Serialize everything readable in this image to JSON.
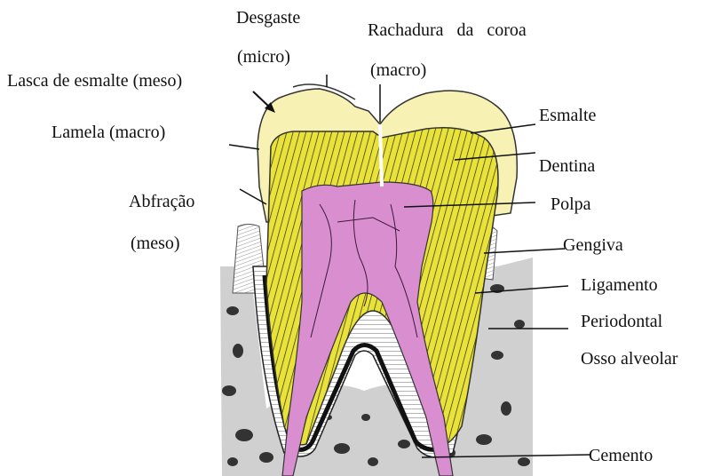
{
  "labels": {
    "desgaste": "Desgaste",
    "desgaste_micro": "(micro)",
    "rachadura": "Rachadura   da   coroa",
    "rachadura_macro": "(macro)",
    "lasca": "Lasca de esmalte (meso)",
    "lamela": "Lamela (macro)",
    "abfracao": "Abfração",
    "abfracao_meso": "(meso)",
    "esmalte": "Esmalte",
    "dentina": "Dentina",
    "polpa": "Polpa",
    "gengiva": "Gengiva",
    "ligamento": "Ligamento",
    "periodontal": "Periodontal",
    "osso": "Osso alveolar",
    "cemento": "Cemento"
  },
  "colors": {
    "enamel": "#f7f2b4",
    "dentin": "#e8e23a",
    "pulp": "#d98fcf",
    "bone": "#d2d2d2",
    "outline": "#111111"
  }
}
